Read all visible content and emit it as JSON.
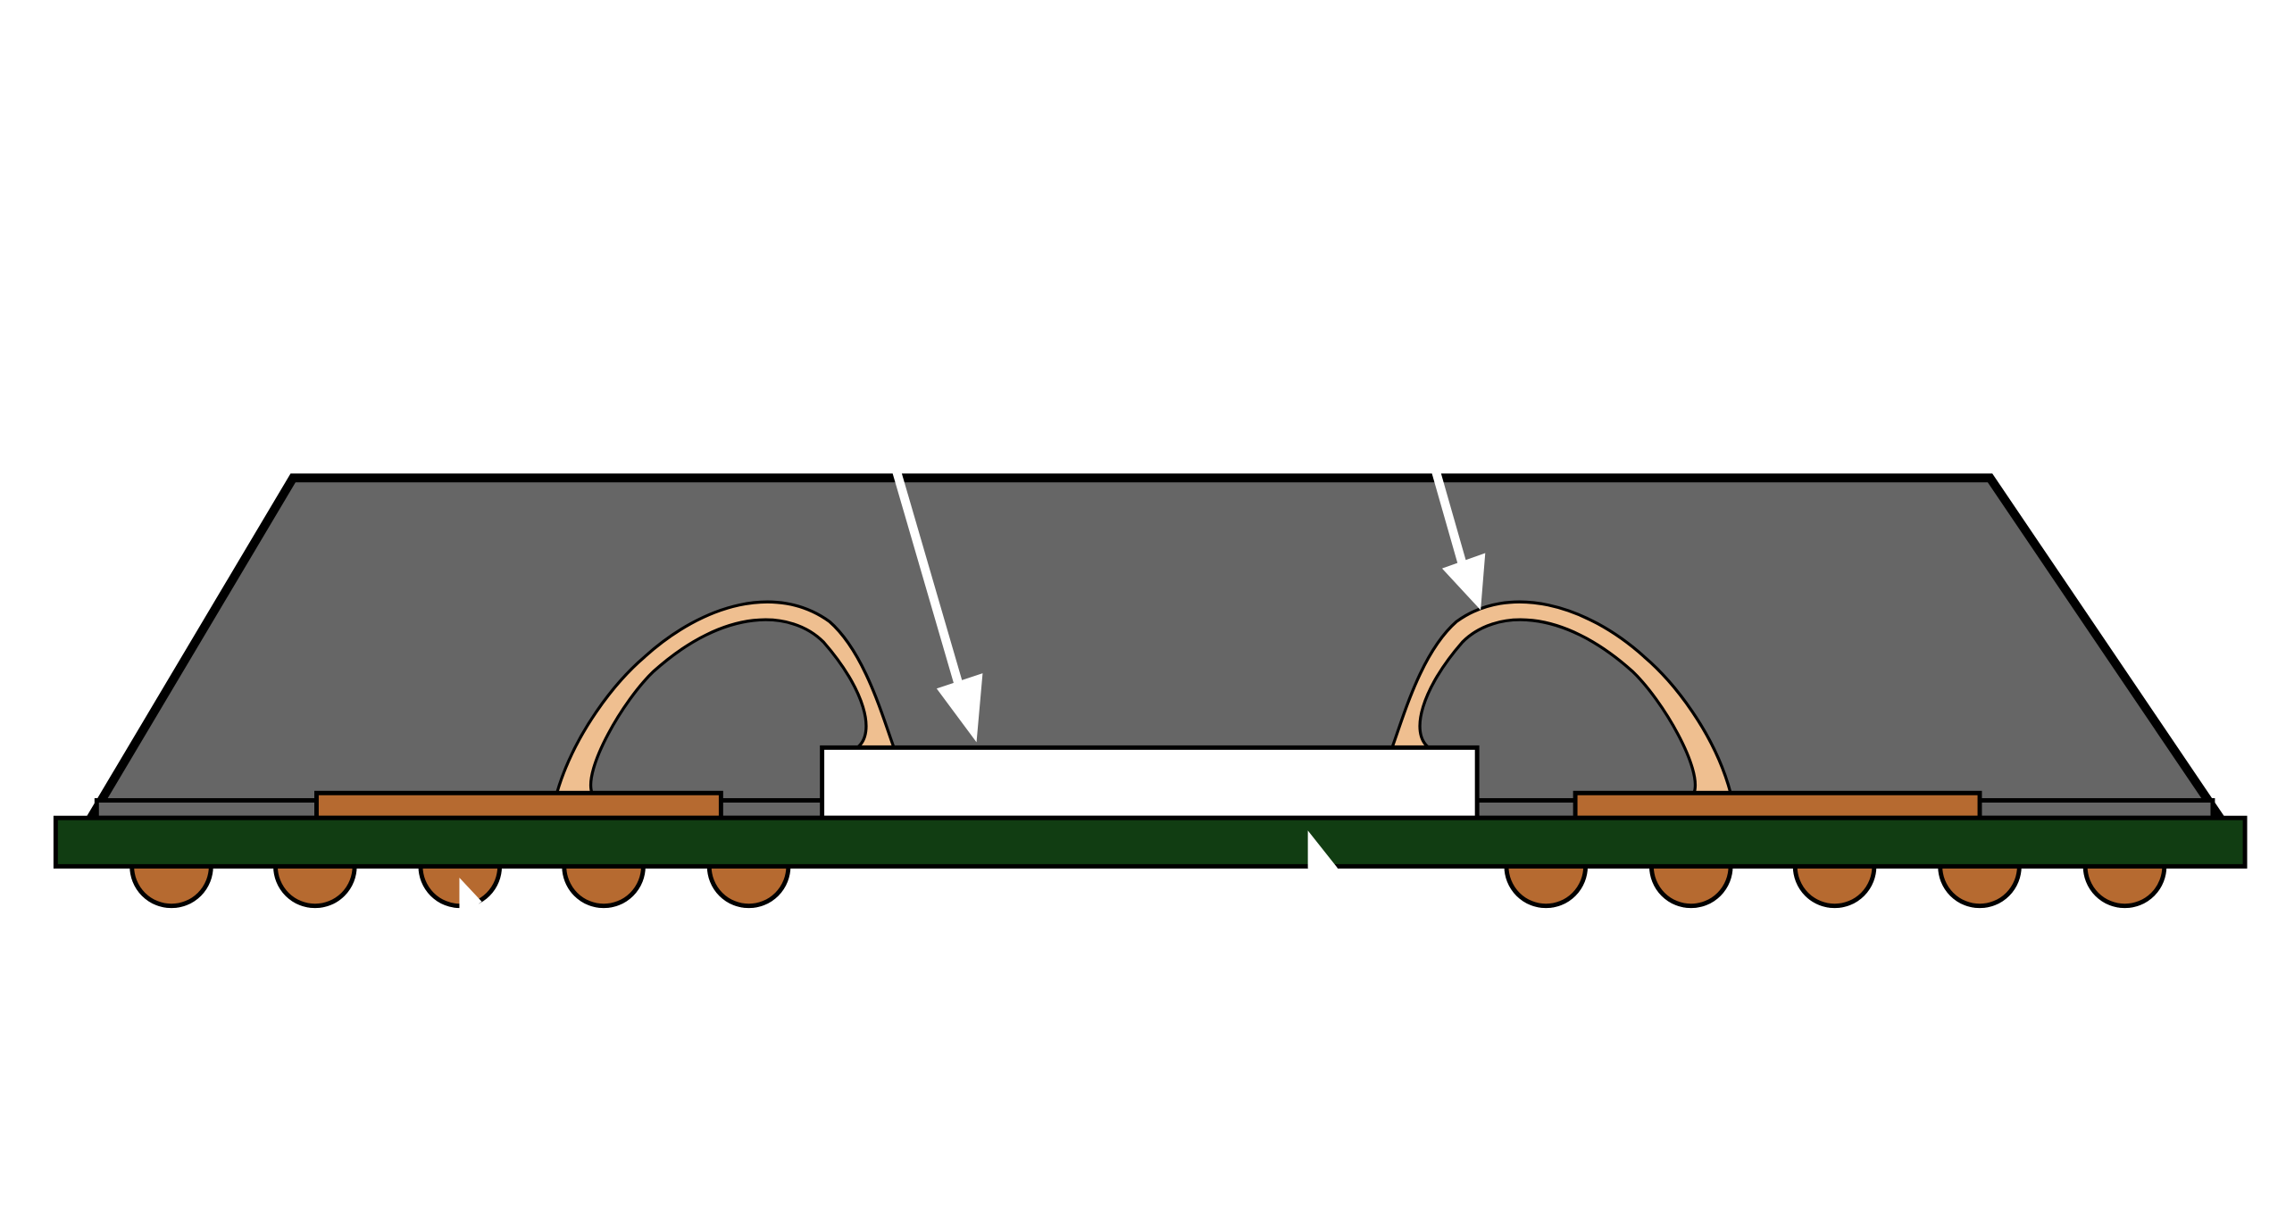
{
  "diagram": {
    "subject": "chip-package-cross-section",
    "colors": {
      "background": "#ffffff",
      "mold_compound": "#666666",
      "outline": "#000000",
      "substrate": "#113d12",
      "bond_pad": "#b66a30",
      "bond_wire": "#efbf90",
      "die": "#ffffff",
      "solder_ball": "#b66a30",
      "annotation_arrow": "#ffffff"
    },
    "solder_ball_count": 10,
    "bond_wire_count": 2,
    "bond_pad_count": 2
  }
}
